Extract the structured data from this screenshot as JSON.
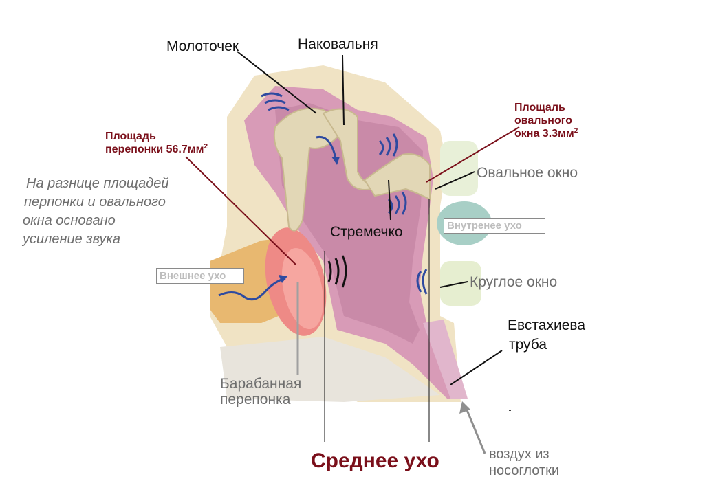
{
  "labels": {
    "malleus": "Молоточек",
    "incus": "Наковальня",
    "stapes": "Стремечко",
    "oval_window": "Овальное окно",
    "inner_ear": "Внутренее ухо",
    "round_window": "Круглое окно",
    "eustachian_line1": "Евстахиева",
    "eustachian_line2": "труба",
    "outer_ear": "Внешнее ухо",
    "eardrum_line1": "Барабанная",
    "eardrum_line2": "перепонка",
    "middle_ear": "Среднее ухо",
    "air_line1": "воздух из",
    "air_line2": "носоглотки"
  },
  "annotations": {
    "eardrum_area_line1": "Площадь",
    "eardrum_area_line2": "перепонки 56.7мм",
    "eardrum_area_exp": "2",
    "oval_area_line1": "Площаль",
    "oval_area_line2": "овального",
    "oval_area_line3": "окна 3.3мм",
    "oval_area_exp": "2",
    "note_line1": "На разнице площадей",
    "note_line2": "перпонки и овального",
    "note_line3": "окна основано",
    "note_line4": "усиление звука"
  },
  "colors": {
    "title": "#7a0f1a",
    "bone": "#e6d6b0",
    "cavity": "#c98aa8",
    "eardrum": "#ee8a86",
    "wave": "#2e4aa0"
  }
}
